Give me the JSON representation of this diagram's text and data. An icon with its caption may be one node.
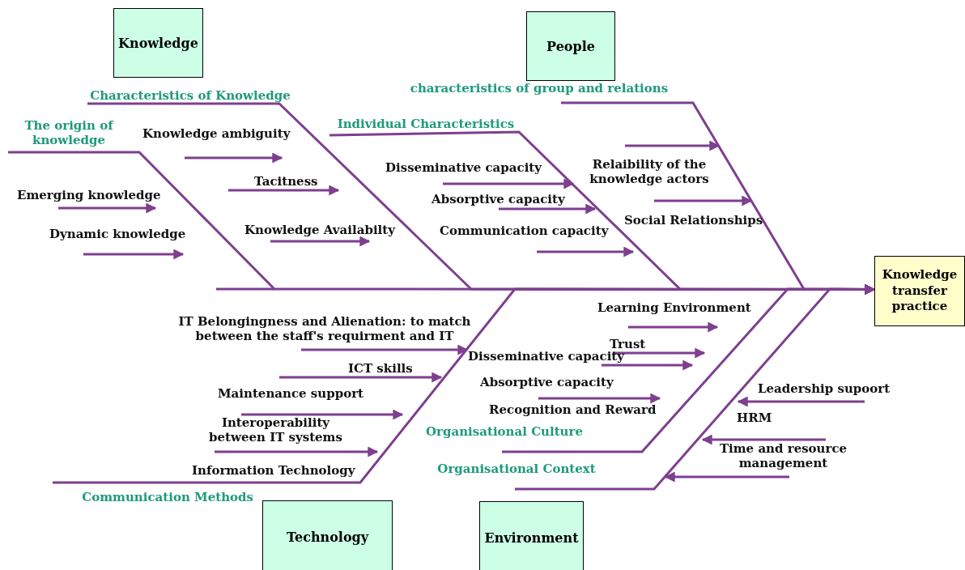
{
  "diagram": {
    "nodes": [
      {
        "text": [
          "Knowledge"
        ]
      },
      {
        "text": [
          "People"
        ]
      },
      {
        "text": [
          "characteristics of group and relations"
        ]
      },
      {
        "text": [
          "Characteristics of Knowledge"
        ]
      },
      {
        "text": [
          "The origin of knowledge"
        ]
      },
      {
        "text": [
          "Individual Characteristics"
        ]
      },
      {
        "text": [
          "Knowledge transfer practice"
        ]
      },
      {
        "text": [
          "Organisational Culture"
        ]
      },
      {
        "text": [
          "Organisational Context"
        ]
      },
      {
        "text": [
          "Communication Methods"
        ]
      },
      {
        "text": [
          "Technology"
        ]
      },
      {
        "text": [
          "Environment"
        ]
      }
    ],
    "edges": [
      {
        "from": 2,
        "to": 6,
        "arrow": "to"
      },
      {
        "from": 3,
        "to": 6,
        "arrow": "to"
      },
      {
        "from": 4,
        "to": 6,
        "arrow": "to"
      },
      {
        "from": 5,
        "to": 6,
        "arrow": "to"
      },
      {
        "from": 7,
        "to": 6,
        "arrow": "to"
      },
      {
        "from": 8,
        "to": 6,
        "arrow": "to"
      },
      {
        "from": 9,
        "to": 6,
        "arrow": "to"
      }
    ],
    "labels": [
      "Knowledge ambiguity",
      "Disseminative capacity",
      "Relaibility of the knowledge actors",
      "Tacitness",
      "Emerging knowledge",
      "Absorptive capacity",
      "Social Relationships",
      "Knowledge Availabilty",
      "Dynamic knowledge",
      "Communication capacity",
      "Learning Environment",
      "IT Belongingness and Alienation: to match between the staff's requirment and IT",
      "Trust",
      "Disseminative capacity",
      "ICT skills",
      "Absorptive capacity",
      "Leadership supoort",
      "Maintenance support",
      "Recognition and Reward",
      "HRM",
      "Interoperability between IT systems",
      "Time and resource management",
      "Information Technology"
    ]
  }
}
